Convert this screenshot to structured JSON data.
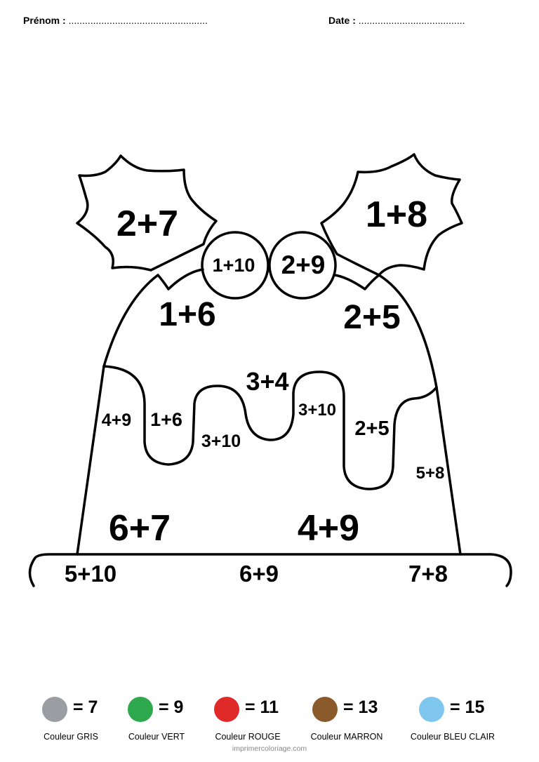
{
  "header": {
    "name_label": "Prénom :",
    "name_dots": "...................................................",
    "date_label": "Date :",
    "date_dots": "......................................."
  },
  "regions": {
    "holly_left": "2+7",
    "holly_right": "1+8",
    "berry_left": "1+10",
    "berry_right": "2+9",
    "dome_left": "1+6",
    "dome_right": "2+5",
    "drip_top": "3+4",
    "drip_1": "4+9",
    "drip_2": "1+6",
    "drip_3": "3+10",
    "drip_4": "3+10",
    "drip_5": "2+5",
    "drip_6": "5+8",
    "pudding_left": "6+7",
    "pudding_right": "4+9",
    "plate_left": "5+10",
    "plate_mid": "6+9",
    "plate_right": "7+8"
  },
  "legend": [
    {
      "value": "= 7",
      "label": "Couleur GRIS",
      "color": "#9a9da2"
    },
    {
      "value": "= 9",
      "label": "Couleur VERT",
      "color": "#2ea84c"
    },
    {
      "value": "= 11",
      "label": "Couleur ROUGE",
      "color": "#e02a2a"
    },
    {
      "value": "= 13",
      "label": "Couleur MARRON",
      "color": "#8a5a2b"
    },
    {
      "value": "= 15",
      "label": "Couleur BLEU CLAIR",
      "color": "#7fc6ee"
    }
  ],
  "footer": {
    "site": "imprimercoloriage.com"
  }
}
